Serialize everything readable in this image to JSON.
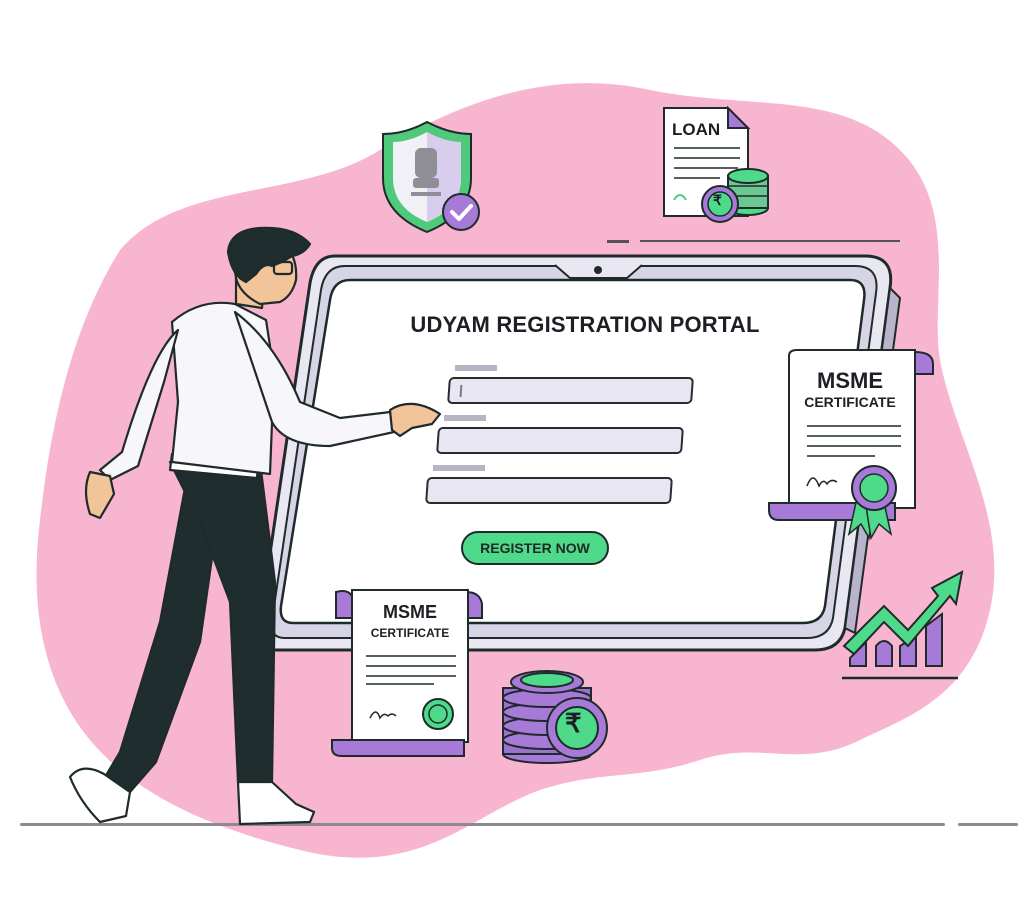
{
  "scene": {
    "background_color": "#ffffff",
    "blob_color": "#f8b5cf",
    "accent_green": "#4fd98a",
    "accent_purple": "#a77ad8",
    "outline_color": "#1f2a2a"
  },
  "laptop": {
    "screen": {
      "title": "UDYAM REGISTRATION PORTAL",
      "form_fields": [
        {
          "label_placeholder": "",
          "value": ""
        },
        {
          "label_placeholder": "",
          "value": ""
        },
        {
          "label_placeholder": "",
          "value": ""
        }
      ],
      "register_button_label": "REGISTER NOW"
    }
  },
  "documents": {
    "loan": {
      "title": "LOAN",
      "currency_symbol": "₹"
    },
    "certificate_right": {
      "line1": "MSME",
      "line2": "CERTIFICATE"
    },
    "certificate_left": {
      "line1": "MSME",
      "line2": "CERTIFICATE"
    }
  },
  "coins": {
    "currency_symbol": "₹"
  },
  "badges": {
    "shield": "government-emblem-shield",
    "check": "verified-check"
  },
  "icons": [
    "shield-check-icon",
    "loan-document-icon",
    "rupee-coin-icon",
    "certificate-icon",
    "growth-chart-icon"
  ]
}
